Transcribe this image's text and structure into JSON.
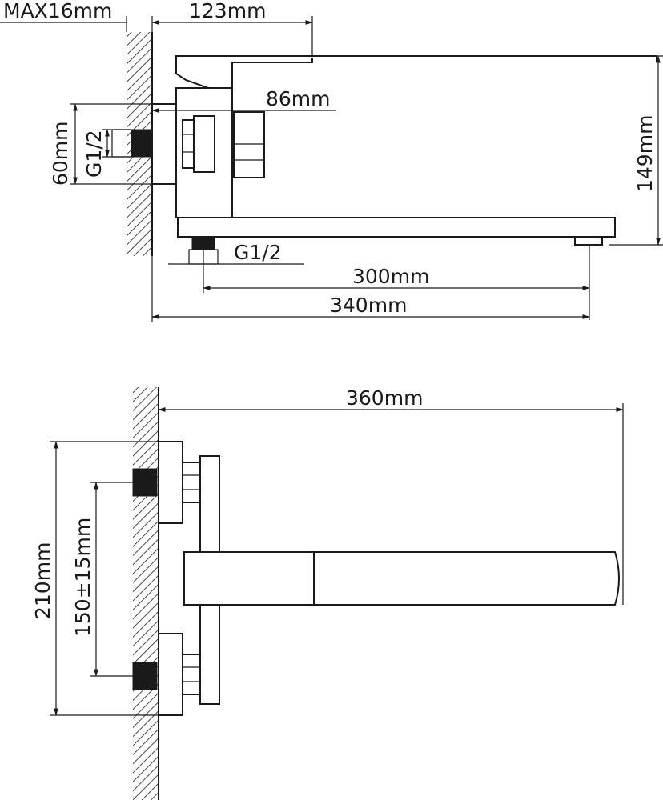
{
  "top_view": {
    "wall_max": "MAX16mm",
    "projection": "123mm",
    "body_depth": "86mm",
    "inlet_spacing": "60mm",
    "inlet_thread": "G1/2",
    "outlet_thread": "G1/2",
    "height": "149mm",
    "spout_reach": "300mm",
    "total_reach": "340mm"
  },
  "front_view": {
    "spout_length": "360mm",
    "overall_height": "210mm",
    "inlet_centers": "150±15mm"
  }
}
